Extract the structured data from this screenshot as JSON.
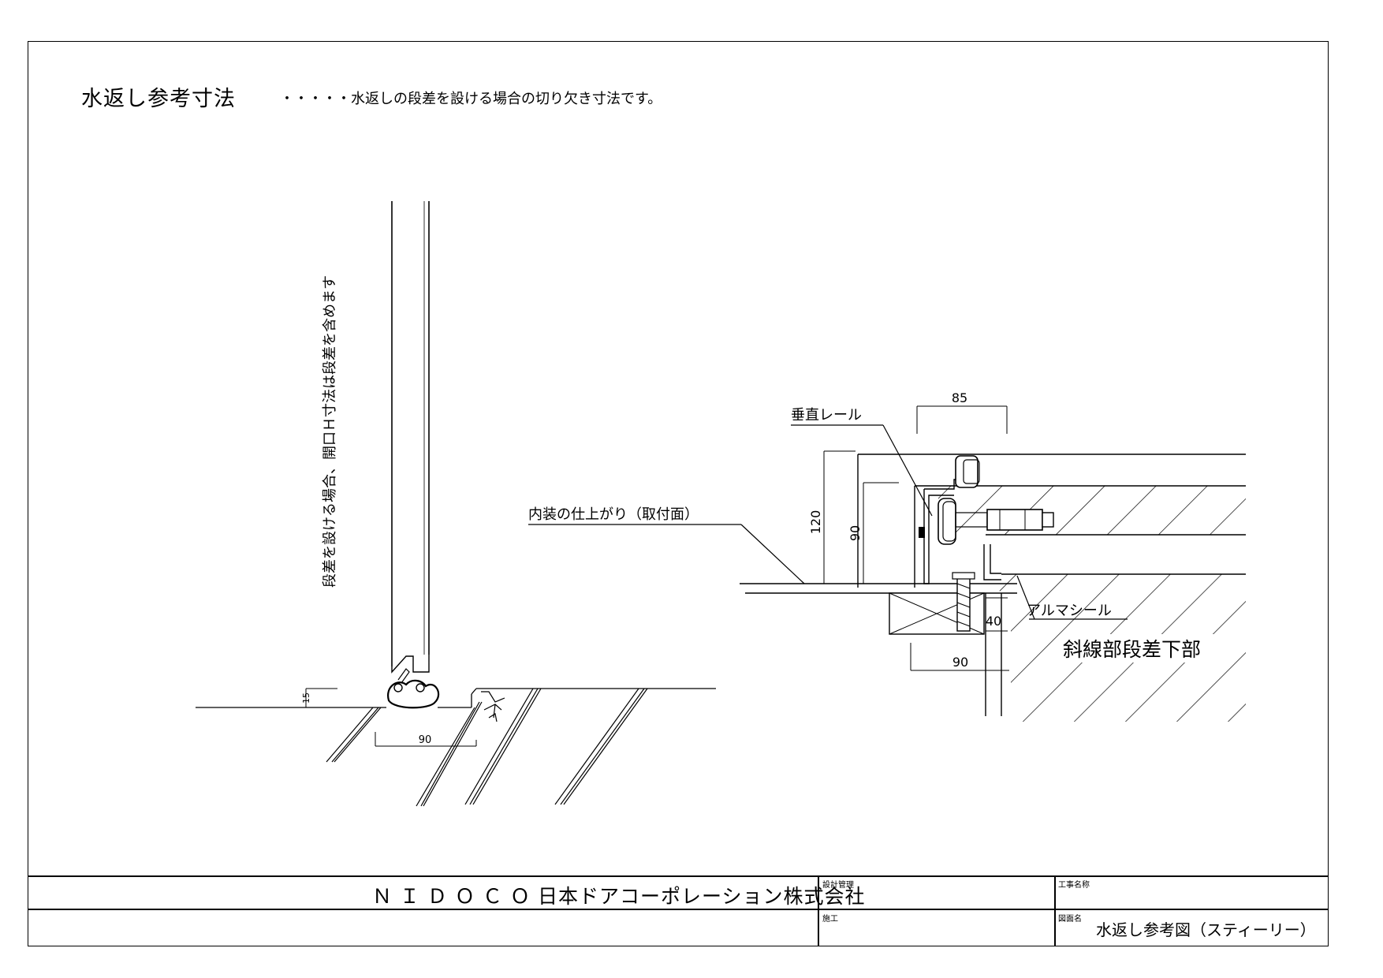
{
  "header": {
    "title": "水返し参考寸法",
    "subtitle": "・・・・・水返しの段差を設ける場合の切り欠き寸法です。"
  },
  "left_detail": {
    "vertical_note": "段差を設ける場合、開口Ｈ寸法は段差を含めます",
    "dim_step": "15",
    "dim_width": "90"
  },
  "right_detail": {
    "label_vertical_rail": "垂直レール",
    "label_interior_finish": "内装の仕上がり（取付面）",
    "label_alumi_seal": "アルマシール",
    "label_hatched": "斜線部段差下部",
    "dim_top": "85",
    "dim_120": "120",
    "dim_90_vertical": "90",
    "dim_40": "40",
    "dim_90_bottom": "90"
  },
  "title_block": {
    "company_brand": "ＮＩＤＯＣＯ",
    "company_name": "日本ドアコーポレーション株式会社",
    "design_manager_label": "設計管理",
    "construction_label": "施工",
    "project_name_label": "工事名称",
    "drawing_name_label": "図面名",
    "drawing_name": "水返し参考図（スティーリー）"
  }
}
